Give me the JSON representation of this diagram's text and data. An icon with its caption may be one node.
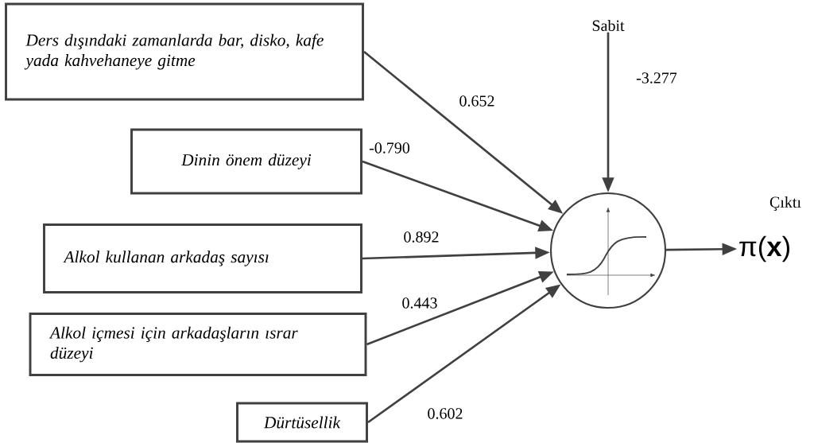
{
  "diagram": {
    "nodes": [
      {
        "text": [
          "Ders dışındaki zamanlarda bar, disko, kafe yada kahvehaneye gitme"
        ]
      },
      {
        "text": [
          "Dinin önem düzeyi"
        ]
      },
      {
        "text": [
          "Alkol kullanan arkadaş sayısı"
        ]
      },
      {
        "text": [
          "Alkol içmesi için arkadaşların ısrar düzeyi"
        ]
      },
      {
        "text": [
          "Dürtüsellik"
        ]
      },
      {
        "text": [
          "Sabit"
        ]
      },
      {
        "text": [],
        "shape": "circle"
      },
      {
        "text": [
          "π(**x**)"
        ],
        "beside": [
          "Çıktı"
        ]
      }
    ],
    "edges": [
      {
        "from": 0,
        "to": 6,
        "arrow": "to",
        "label": "0.652"
      },
      {
        "from": 1,
        "to": 6,
        "arrow": "to",
        "label": "-0.790"
      },
      {
        "from": 2,
        "to": 6,
        "arrow": "to",
        "label": "0.892"
      },
      {
        "from": 3,
        "to": 6,
        "arrow": "to",
        "label": "0.443"
      },
      {
        "from": 4,
        "to": 6,
        "arrow": "to",
        "label": "0.602"
      },
      {
        "from": 5,
        "to": 6,
        "arrow": "to",
        "label": "-3.277"
      },
      {
        "from": 6,
        "to": 7,
        "arrow": "to"
      }
    ]
  }
}
